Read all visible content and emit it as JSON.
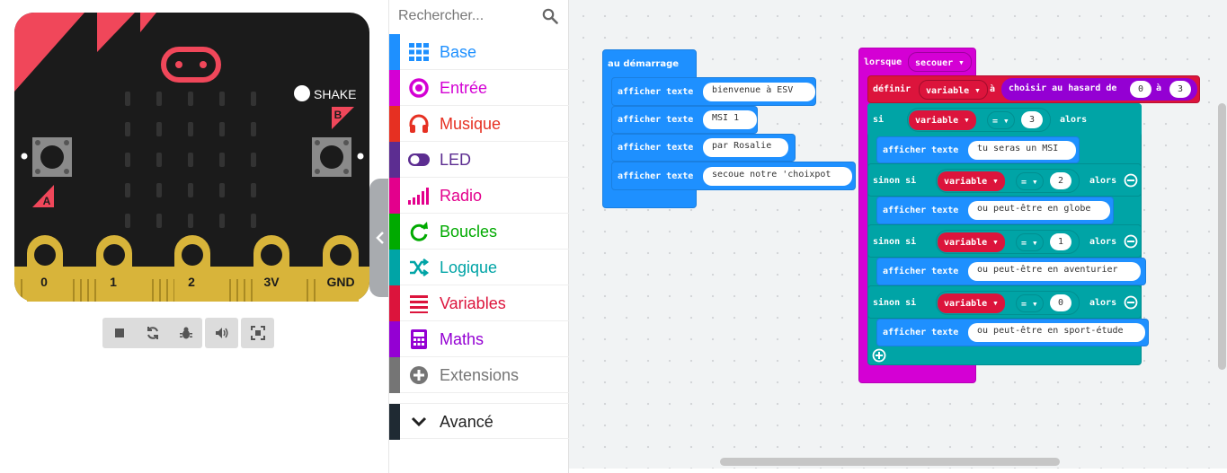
{
  "simulator": {
    "shake_label": "SHAKE",
    "button_a": "A",
    "button_b": "B",
    "pins": [
      "0",
      "1",
      "2",
      "3V",
      "GND"
    ],
    "toolbar": [
      "stop",
      "restart",
      "debug",
      "mute",
      "fullscreen"
    ]
  },
  "toolbox": {
    "search_placeholder": "Rechercher...",
    "categories": [
      {
        "label": "Base",
        "color": "#1e90ff",
        "icon": "grid-icon"
      },
      {
        "label": "Entrée",
        "color": "#d400d4",
        "icon": "circle-dot-icon"
      },
      {
        "label": "Musique",
        "color": "#e63022",
        "icon": "headphones-icon"
      },
      {
        "label": "LED",
        "color": "#5c2d91",
        "icon": "toggle-icon"
      },
      {
        "label": "Radio",
        "color": "#e3008c",
        "icon": "signal-bars-icon"
      },
      {
        "label": "Boucles",
        "color": "#00aa00",
        "icon": "refresh-icon"
      },
      {
        "label": "Logique",
        "color": "#00a4a6",
        "icon": "shuffle-icon"
      },
      {
        "label": "Variables",
        "color": "#dc143c",
        "icon": "list-icon"
      },
      {
        "label": "Maths",
        "color": "#9400d3",
        "icon": "calculator-icon"
      },
      {
        "label": "Extensions",
        "color": "#757575",
        "icon": "plus-circle-icon"
      }
    ],
    "advanced_label": "Avancé",
    "advanced_color": "#3c3c3c"
  },
  "workspace": {
    "start_block": {
      "header": "au démarrage",
      "show_label": "afficher texte",
      "texts": [
        "bienvenue à ESV",
        "MSI 1",
        "par Rosalie",
        "secoue notre 'choixpot"
      ]
    },
    "shake_block": {
      "header": "lorsque",
      "event": "secouer",
      "set_label": "définir",
      "var_name": "variable",
      "to_label": "à",
      "random_label": "choisir au hasard de",
      "random_from": "0",
      "random_to_label": "à",
      "random_to": "3",
      "if_label": "si",
      "else_if_label": "sinon si",
      "then_label": "alors",
      "eq_label": "=",
      "show_label": "afficher texte",
      "branches": [
        {
          "value": "3",
          "text": "tu seras un MSI"
        },
        {
          "value": "2",
          "text": "ou peut-être en globe"
        },
        {
          "value": "1",
          "text": "ou peut-être en aventurier"
        },
        {
          "value": "0",
          "text": "ou peut-être en sport-étude"
        }
      ]
    }
  }
}
